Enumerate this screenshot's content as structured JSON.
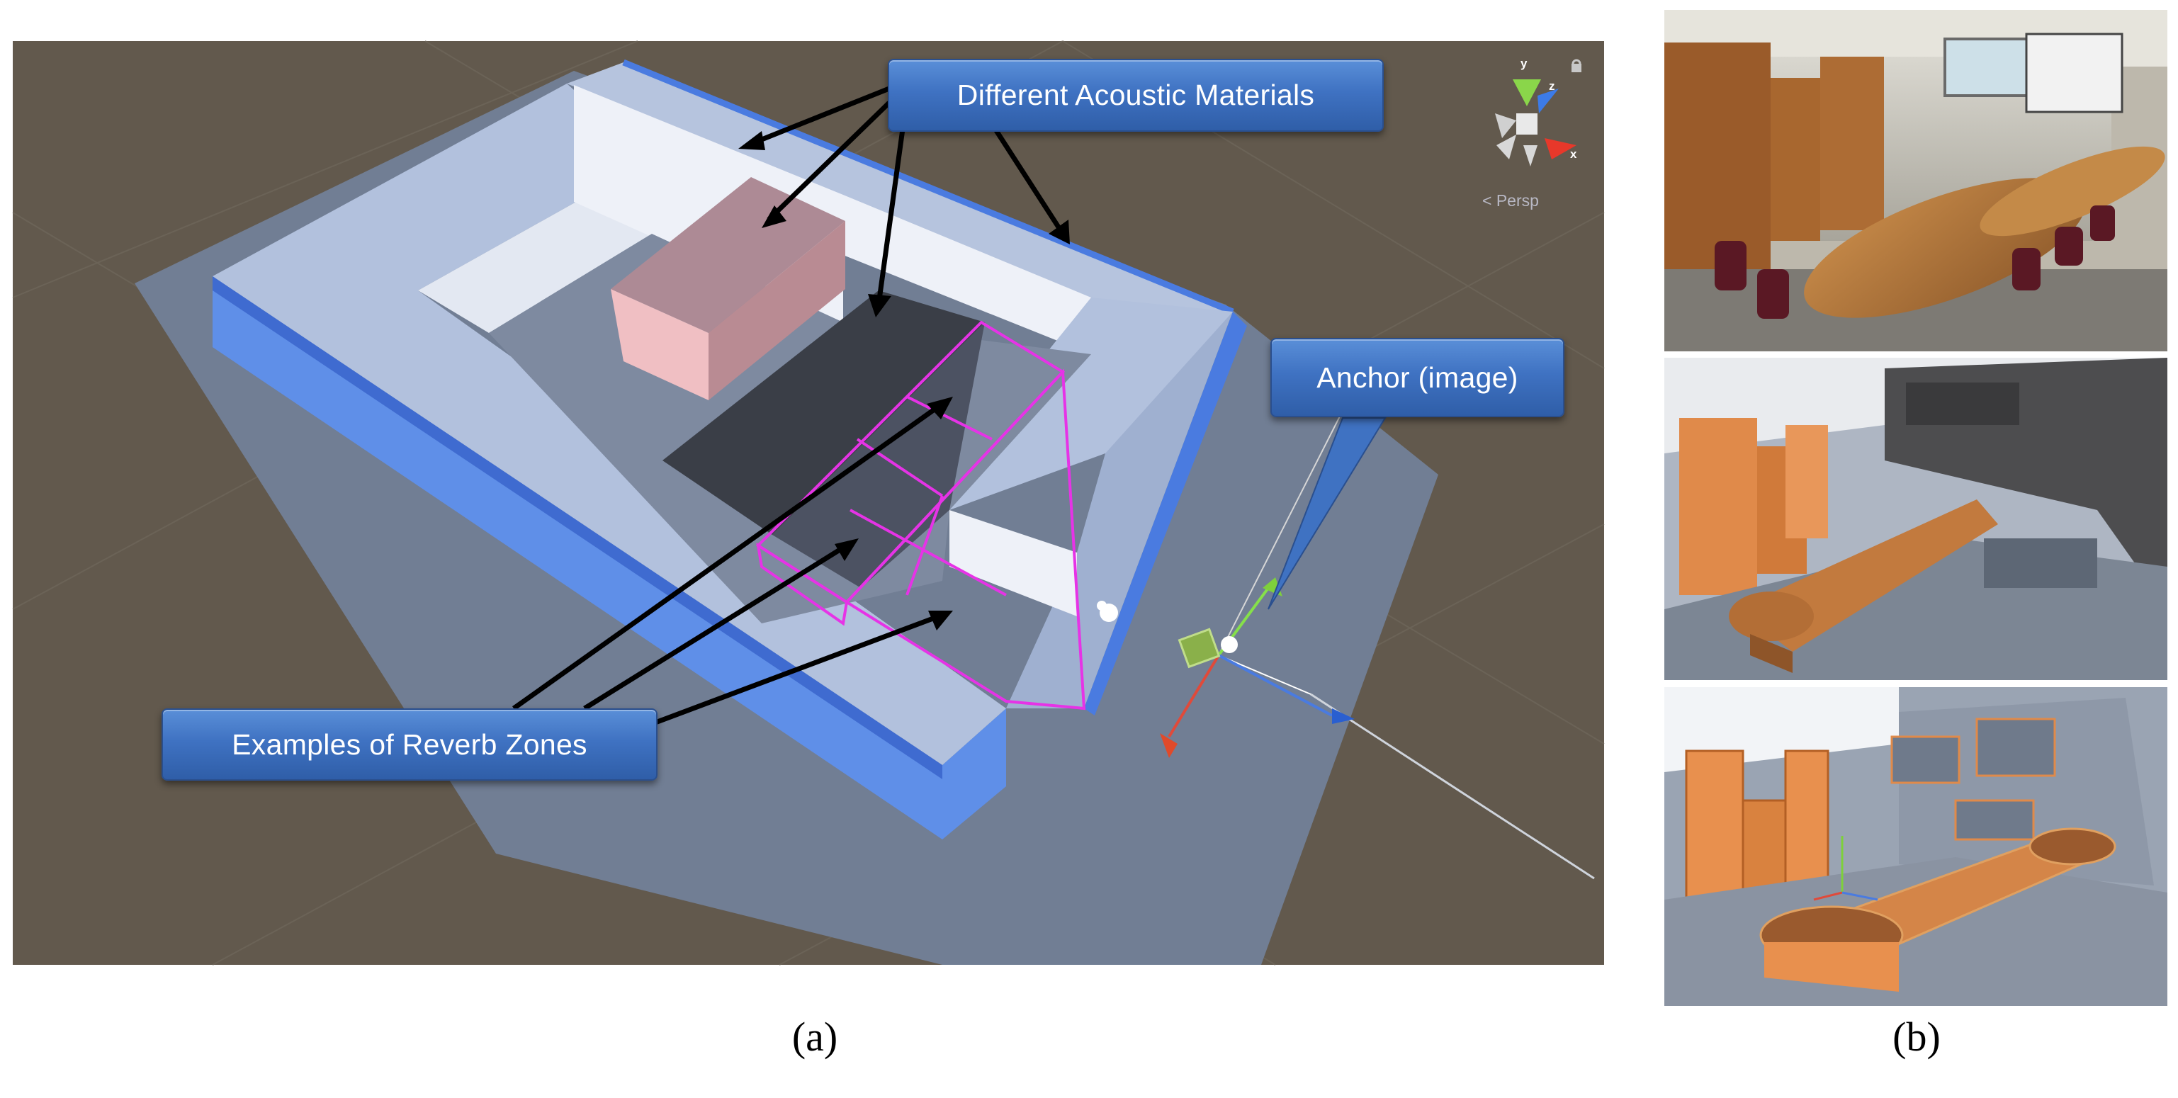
{
  "callouts": {
    "materials": "Different Acoustic Materials",
    "anchor": "Anchor (image)",
    "reverb": "Examples of Reverb Zones"
  },
  "gizmo": {
    "view_mode": "Persp",
    "axis_y": "y",
    "axis_z": "z",
    "axis_x": "x"
  },
  "labels": {
    "panel_a": "(a)",
    "panel_b": "(b)"
  },
  "colors": {
    "ground": "#62594d",
    "floor": "#717e94",
    "wall_light": "#b7c5df",
    "wall_white": "#eef1f8",
    "wall_blue": "#4a7be0",
    "pink_box": "#b48e97",
    "dark_zone": "#3a3e47",
    "reverb_outline": "#e633e6",
    "callout_blue": "#3f72c2"
  }
}
